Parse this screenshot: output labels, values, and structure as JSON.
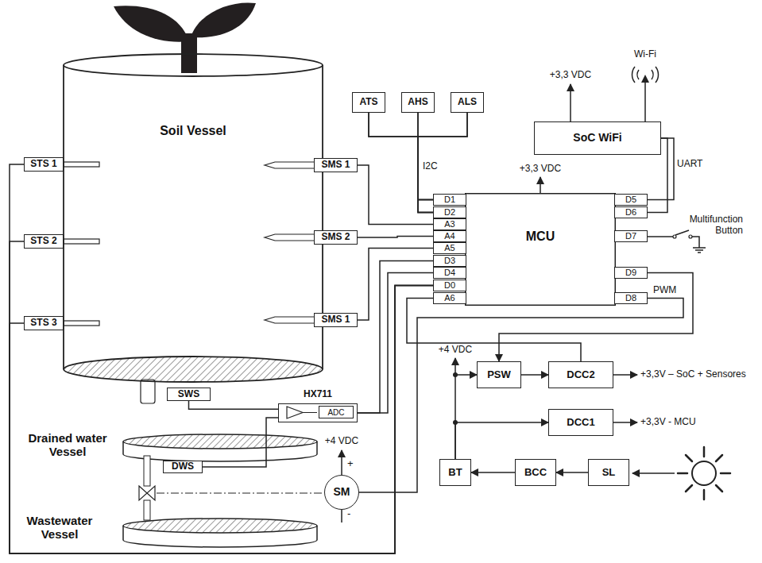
{
  "diagram": {
    "nodes": [
      {
        "text": [
          "Soil Vessel"
        ]
      },
      {
        "text": [
          "STS 1"
        ]
      },
      {
        "text": [
          "SMS 1"
        ]
      },
      {
        "text": [
          "ATS"
        ]
      },
      {
        "text": [
          "AHS"
        ]
      },
      {
        "text": [
          "ALS"
        ]
      },
      {
        "text": [
          "SoC WiFi"
        ]
      },
      {
        "text": [
          "MCU"
        ]
      },
      {
        "text": [
          "D1"
        ],
        "in": 7
      },
      {
        "text": [
          "D2"
        ],
        "in": 7
      },
      {
        "text": [
          "A3"
        ],
        "in": 7
      },
      {
        "text": [
          "A4"
        ],
        "in": 7
      },
      {
        "text": [
          "A5"
        ],
        "in": 7
      },
      {
        "text": [
          "D3"
        ],
        "in": 7
      },
      {
        "text": [
          "D4"
        ],
        "in": 7
      },
      {
        "text": [
          "D0"
        ],
        "in": 7
      },
      {
        "text": [
          "A6"
        ],
        "in": 7
      },
      {
        "text": [
          "D5"
        ],
        "in": 7
      },
      {
        "text": [
          "D6"
        ],
        "in": 7
      },
      {
        "text": [
          "D7"
        ],
        "in": 7
      },
      {
        "text": [
          "D9"
        ],
        "in": 7
      },
      {
        "text": [
          "D8"
        ],
        "in": 7
      },
      {
        "text": [
          "STS 2"
        ]
      },
      {
        "text": [
          "SMS 2"
        ]
      },
      {
        "text": [
          "STS 3"
        ]
      },
      {
        "text": [
          "SMS 1"
        ]
      },
      {
        "text": [
          "SWS"
        ]
      },
      {
        "text": [
          "HX711"
        ]
      },
      {
        "text": [
          "ADC"
        ],
        "in": 27
      },
      {
        "text": [
          "DWS"
        ]
      },
      {
        "text": [
          "SM"
        ]
      },
      {
        "text": [
          "PSW"
        ]
      },
      {
        "text": [
          "DCC2"
        ]
      },
      {
        "text": [
          "DCC1"
        ]
      },
      {
        "text": [
          "BT"
        ]
      },
      {
        "text": [
          "BCC"
        ]
      },
      {
        "text": [
          "SL"
        ]
      }
    ],
    "edges": [
      {
        "from": 3,
        "to": 8,
        "arrow": "none"
      },
      {
        "from": 4,
        "to": 8,
        "arrow": "none"
      },
      {
        "from": 5,
        "to": 8,
        "arrow": "none"
      },
      {
        "from": 3,
        "to": 9,
        "arrow": "none"
      },
      {
        "from": 4,
        "to": 9,
        "arrow": "none"
      },
      {
        "from": 5,
        "to": 9,
        "arrow": "none"
      },
      {
        "from": 6,
        "to": 17,
        "arrow": "none"
      },
      {
        "from": 6,
        "to": 18,
        "arrow": "none"
      },
      {
        "from": 2,
        "to": 10,
        "arrow": "none"
      },
      {
        "from": 23,
        "to": 11,
        "arrow": "none"
      },
      {
        "from": 25,
        "to": 12,
        "arrow": "none"
      },
      {
        "from": 1,
        "to": 15,
        "arrow": "none"
      },
      {
        "from": 22,
        "to": 15,
        "arrow": "none"
      },
      {
        "from": 24,
        "to": 15,
        "arrow": "none"
      },
      {
        "from": 27,
        "to": 13,
        "arrow": "none"
      },
      {
        "from": 27,
        "to": 14,
        "arrow": "none"
      },
      {
        "from": 26,
        "to": 27,
        "arrow": "none"
      },
      {
        "from": 29,
        "to": 27,
        "arrow": "none"
      },
      {
        "from": 20,
        "to": 31,
        "arrow": "to"
      },
      {
        "from": 21,
        "to": 30,
        "arrow": "none"
      },
      {
        "from": 16,
        "to": 32,
        "arrow": "none"
      },
      {
        "from": 36,
        "to": 35,
        "arrow": "to"
      },
      {
        "from": 35,
        "to": 34,
        "arrow": "to"
      },
      {
        "from": 34,
        "to": 31,
        "arrow": "to"
      },
      {
        "from": 34,
        "to": 33,
        "arrow": "to"
      },
      {
        "from": 31,
        "to": 32,
        "arrow": "to"
      }
    ],
    "labels": [
      "I2C",
      "+3,3 VDC",
      "Wi-Fi",
      "UART",
      "+3,3 VDC",
      "Multifunction Button",
      "PWM",
      "+4 VDC",
      "+3,3V – SoC + Sensores",
      "+3,3V - MCU",
      "Drained water Vessel",
      "Wastewater Vessel",
      "+4 VDC",
      "+",
      "-"
    ]
  }
}
